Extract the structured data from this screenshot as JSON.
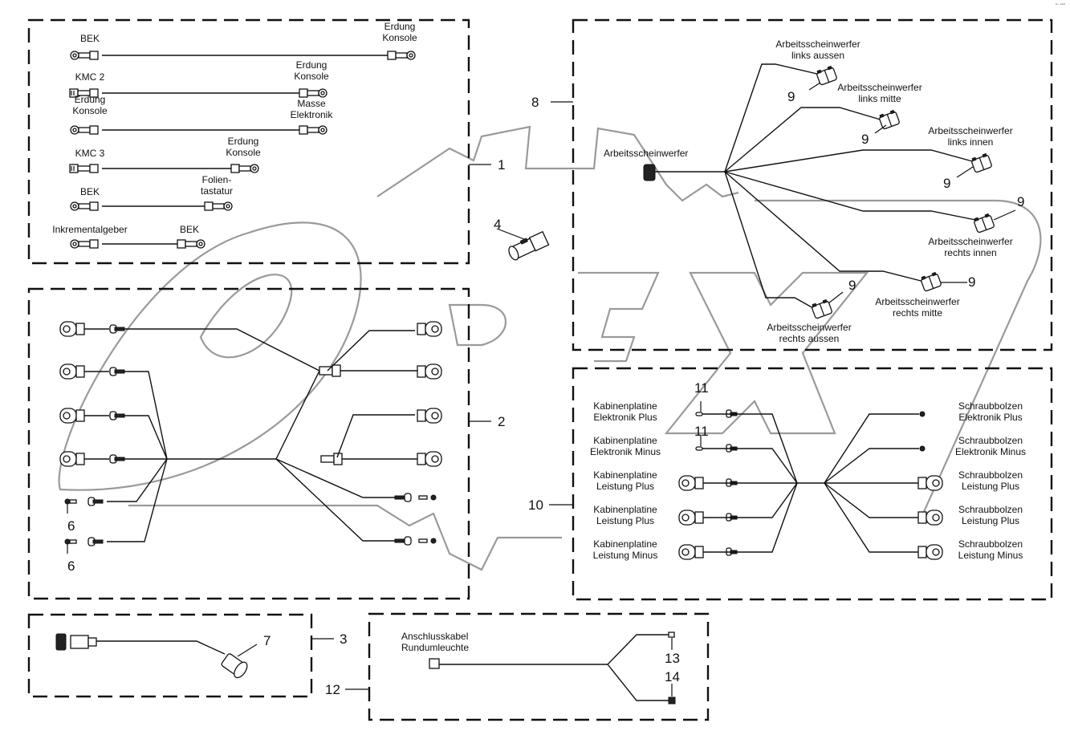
{
  "corner_mark": "▪▫ ▪▪▪",
  "watermark": "OPEX",
  "groups": [
    {
      "id": "1",
      "callout": "1",
      "cables": [
        {
          "from": "BEK",
          "to": "Erdung\nKonsole"
        },
        {
          "from": "KMC 2",
          "to": "Erdung\nKonsole"
        },
        {
          "from": "Erdung\nKonsole",
          "to": "Masse\nElektronik"
        },
        {
          "from": "KMC 3",
          "to": "Erdung\nKonsole"
        },
        {
          "from": "BEK",
          "to": "Folien-\ntastatur"
        },
        {
          "from": "Inkrementalgeber",
          "to": "BEK"
        }
      ]
    },
    {
      "id": "2",
      "callout": "2",
      "sub_callouts": [
        "6",
        "6"
      ]
    },
    {
      "id": "3",
      "callout": "3",
      "sub_callouts": [
        "7"
      ]
    },
    {
      "id": "4",
      "callout": "4"
    },
    {
      "id": "8",
      "callout": "8",
      "source_label": "Arbeitsscheinwerfer",
      "branches": [
        {
          "label": "Arbeitsscheinwerfer\nlinks aussen",
          "callout": "9"
        },
        {
          "label": "Arbeitsscheinwerfer\nlinks mitte",
          "callout": "9"
        },
        {
          "label": "Arbeitsscheinwerfer\nlinks innen",
          "callout": "9"
        },
        {
          "label": "Arbeitsscheinwerfer\nrechts innen",
          "callout": "9"
        },
        {
          "label": "Arbeitsscheinwerfer\nrechts mitte",
          "callout": "9"
        },
        {
          "label": "Arbeitsscheinwerfer\nrechts aussen",
          "callout": "9"
        }
      ]
    },
    {
      "id": "10",
      "callout": "10",
      "sub_callouts": [
        "11",
        "11"
      ],
      "left_labels": [
        "Kabinenplatine\nElektronik Plus",
        "Kabinenplatine\nElektronik Minus",
        "Kabinenplatine\nLeistung Plus",
        "Kabinenplatine\nLeistung Plus",
        "Kabinenplatine\nLeistung Minus"
      ],
      "right_labels": [
        "Schraubbolzen\nElektronik Plus",
        "Schraubbolzen\nElektronik Minus",
        "Schraubbolzen\nLeistung Plus",
        "Schraubbolzen\nLeistung Plus",
        "Schraubbolzen\nLeistung Minus"
      ]
    },
    {
      "id": "12",
      "callout": "12",
      "label": "Anschlusskabel\nRundumleuchte",
      "sub_callouts": [
        "13",
        "14"
      ]
    }
  ]
}
